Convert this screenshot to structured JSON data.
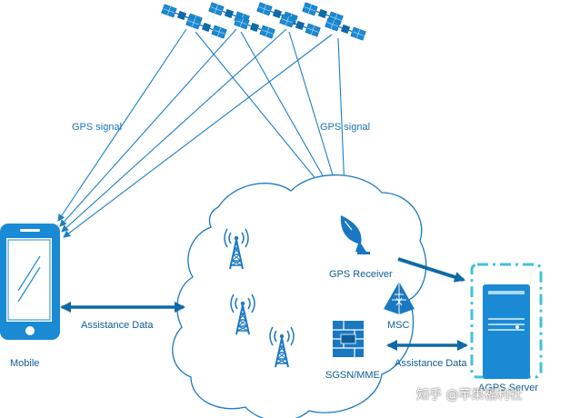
{
  "labels": {
    "gps_signal_left": "GPS signal",
    "gps_signal_right": "GPS signal",
    "gps_receiver": "GPS Receiver",
    "msc": "MSC",
    "sgsn_mme": "SGSN/MME",
    "mobile": "Mobile",
    "assistance_data_left": "Assistance Data",
    "assistance_data_right": "Assistance Data",
    "agps_server": "AGPS Server"
  },
  "watermark": "知乎 @苹果福利社",
  "colors": {
    "primary": "#1a8ad4",
    "dark": "#0e6aa8",
    "line": "#1e7fc2",
    "cloud_stroke": "#1a78c2",
    "server_dash": "#3fc2e0"
  },
  "icons": [
    "satellite-icon",
    "phone-icon",
    "cell-tower-icon",
    "dish-icon",
    "msc-pyramid-icon",
    "firewall-icon",
    "server-icon"
  ]
}
